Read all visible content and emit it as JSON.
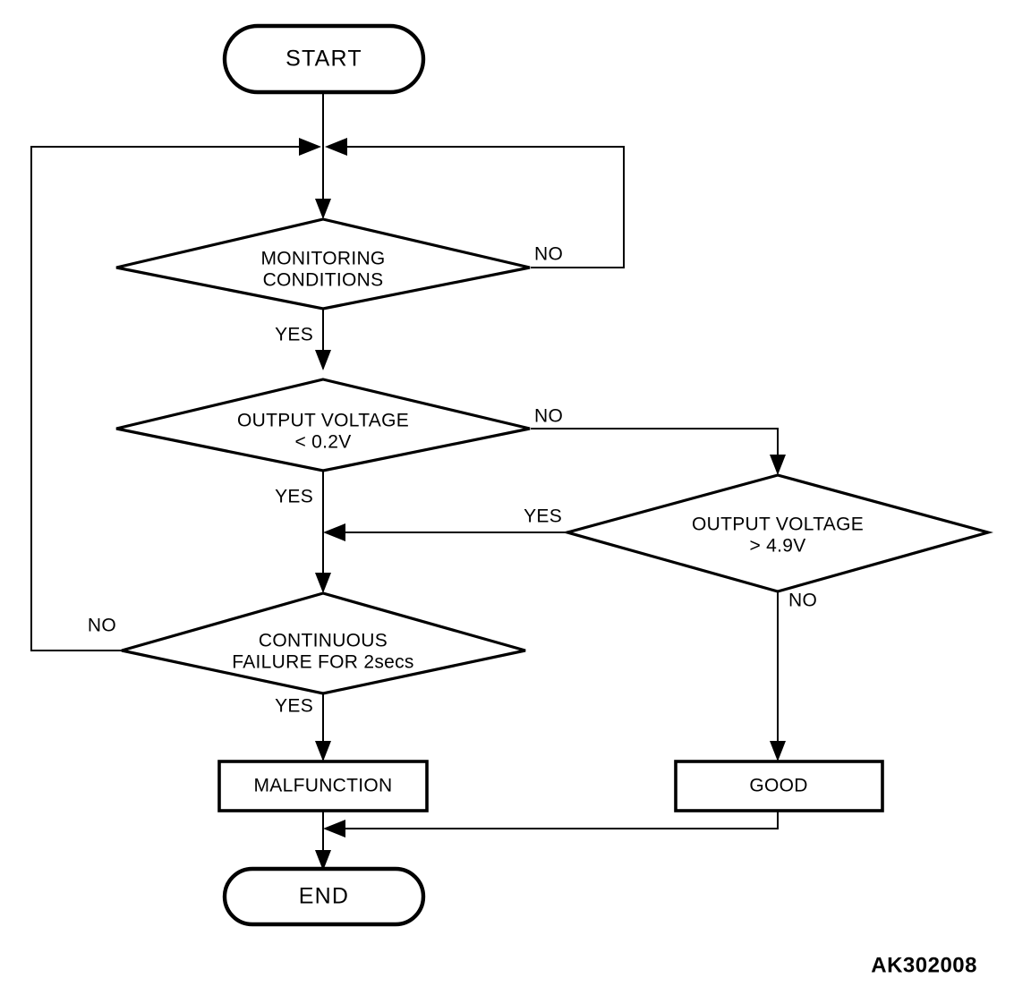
{
  "figure": {
    "code": "AK302008",
    "kind": "flowchart",
    "background_color": "#ffffff",
    "line_color": "#000000"
  },
  "nodes": {
    "start": {
      "label": "START",
      "shape": "terminal"
    },
    "monitoring": {
      "label_line1": "MONITORING",
      "label_line2": "CONDITIONS",
      "shape": "decision"
    },
    "output_low": {
      "label_line1": "OUTPUT VOLTAGE",
      "label_line2": "< 0.2V",
      "shape": "decision"
    },
    "output_high": {
      "label_line1": "OUTPUT VOLTAGE",
      "label_line2": "> 4.9V",
      "shape": "decision"
    },
    "continuous_failure": {
      "label_line1": "CONTINUOUS",
      "label_line2": "FAILURE FOR 2secs",
      "shape": "decision"
    },
    "malfunction": {
      "label": "MALFUNCTION",
      "shape": "process"
    },
    "good": {
      "label": "GOOD",
      "shape": "process"
    },
    "end": {
      "label": "END",
      "shape": "terminal"
    }
  },
  "edge_labels": {
    "monitoring_no": "NO",
    "monitoring_yes": "YES",
    "output_low_no": "NO",
    "output_low_yes": "YES",
    "output_high_yes": "YES",
    "output_high_no": "NO",
    "continuous_no": "NO",
    "continuous_yes": "YES"
  },
  "edges": [
    {
      "from": "start",
      "to": "merge-junction",
      "label": ""
    },
    {
      "from": "merge-junction",
      "to": "monitoring",
      "label": ""
    },
    {
      "from": "monitoring",
      "to": "merge-junction",
      "label": "NO"
    },
    {
      "from": "monitoring",
      "to": "output_low",
      "label": "YES"
    },
    {
      "from": "output_low",
      "to": "output_high",
      "label": "NO"
    },
    {
      "from": "output_low",
      "to": "continuous_failure",
      "label": "YES"
    },
    {
      "from": "output_high",
      "to": "continuous_failure",
      "label": "YES"
    },
    {
      "from": "output_high",
      "to": "good",
      "label": "NO"
    },
    {
      "from": "continuous_failure",
      "to": "merge-junction",
      "label": "NO"
    },
    {
      "from": "continuous_failure",
      "to": "malfunction",
      "label": "YES"
    },
    {
      "from": "malfunction",
      "to": "end",
      "label": ""
    },
    {
      "from": "good",
      "to": "end",
      "label": ""
    }
  ]
}
